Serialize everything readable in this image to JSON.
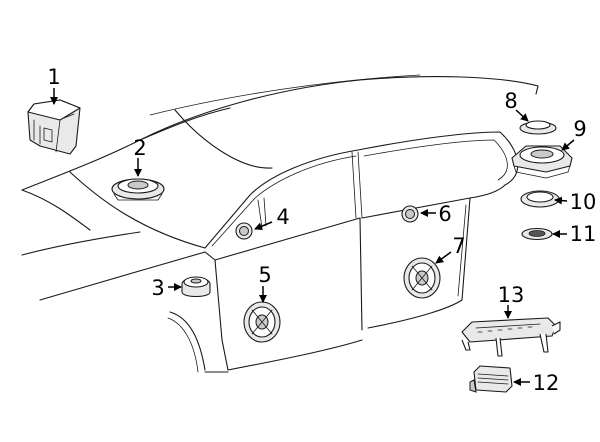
{
  "diagram": {
    "callouts": [
      {
        "id": "1",
        "label": "1"
      },
      {
        "id": "2",
        "label": "2"
      },
      {
        "id": "3",
        "label": "3"
      },
      {
        "id": "4",
        "label": "4"
      },
      {
        "id": "5",
        "label": "5"
      },
      {
        "id": "6",
        "label": "6"
      },
      {
        "id": "7",
        "label": "7"
      },
      {
        "id": "8",
        "label": "8"
      },
      {
        "id": "9",
        "label": "9"
      },
      {
        "id": "10",
        "label": "10"
      },
      {
        "id": "11",
        "label": "11"
      },
      {
        "id": "12",
        "label": "12"
      },
      {
        "id": "13",
        "label": "13"
      }
    ]
  },
  "colors": {
    "line": "#1a1a1a",
    "background": "#ffffff"
  }
}
